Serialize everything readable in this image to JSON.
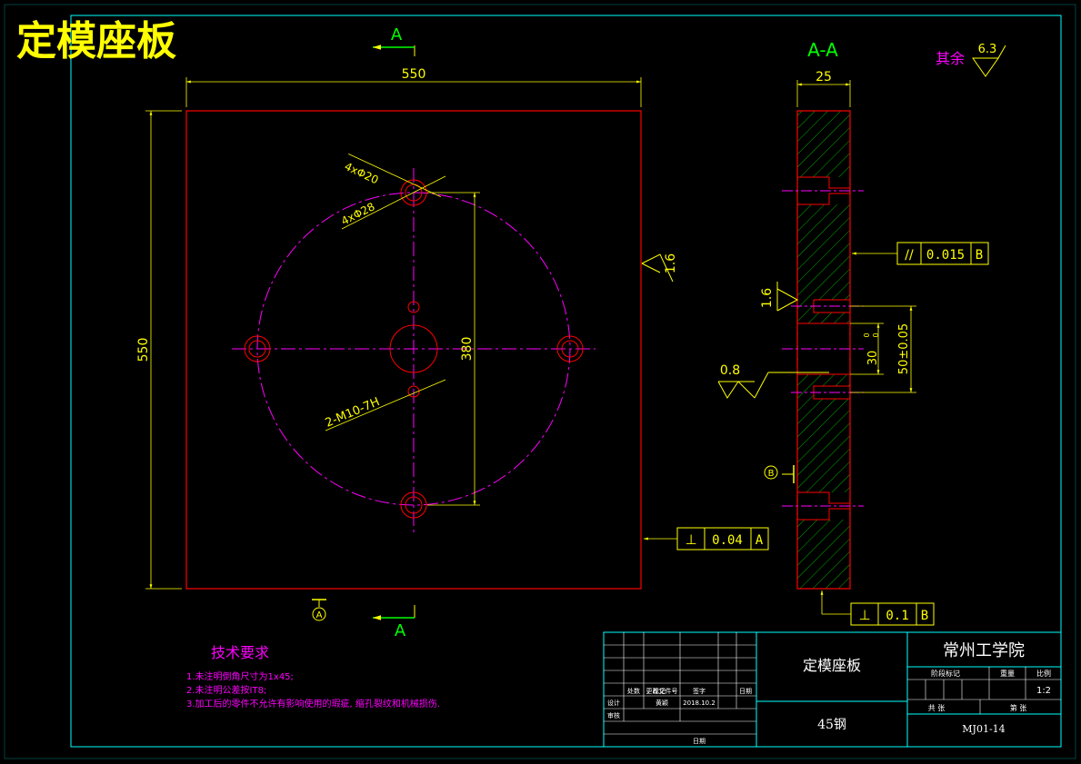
{
  "title": "定模座板",
  "front_view": {
    "section_marker_top": "A",
    "section_marker_bottom": "A",
    "datum_marker": "A",
    "width_dim": "550",
    "height_dim": "550",
    "hole_label_1": "4xΦ20",
    "hole_label_2": "4xΦ28",
    "pcd_dim": "380",
    "thread_label": "2-M10-7H",
    "roughness_side": "1.6",
    "perp_tol": {
      "symbol": "⊥",
      "value": "0.04",
      "datum": "A"
    }
  },
  "section_view": {
    "title": "A-A",
    "thickness_dim": "25",
    "roughness_general": "6.3",
    "roughness_general_label": "其余",
    "roughness_left": "1.6",
    "roughness_hole": "0.8",
    "parallel_tol": {
      "symbol": "//",
      "value": "0.015",
      "datum": "B"
    },
    "dim_50": "50±0.05",
    "dim_30": "30",
    "dim_30_tol_upper": "0",
    "dim_30_tol_lower": "0",
    "datum_marker": "B",
    "perp_tol": {
      "symbol": "⊥",
      "value": "0.1",
      "datum": "B"
    }
  },
  "tech_req": {
    "heading": "技术要求",
    "items": [
      "1.未注明倒角尺寸为1x45;",
      "2.未注明公差按IT8;",
      "3.加工后的零件不允许有影响使用的瑕疵, 缩孔裂纹和机械损伤."
    ]
  },
  "title_block": {
    "part_name": "定模座板",
    "school": "常州工学院",
    "material": "45钢",
    "drawing_no": "MJ01-14",
    "scale_label": "比例",
    "scale": "1:2",
    "weight_label": "重量",
    "stage_label": "阶段标记",
    "sheets_label": "共 张",
    "sheet_label": "第 张",
    "date": "2018.10.2",
    "designer": "设计",
    "designer_name": "黄颖",
    "review": "审核",
    "approve_date": "日期",
    "revision_headers": [
      "标记",
      "处数",
      "更改文件号",
      "签字",
      "日期"
    ]
  },
  "colors": {
    "frame": "#00ffff",
    "outline": "#ff0000",
    "dimension": "#ffff00",
    "center": "#ff00ff",
    "hatch": "#00b000",
    "annotation": "#ffff00",
    "section_label": "#00ff00",
    "title_text": "#ffff00"
  }
}
